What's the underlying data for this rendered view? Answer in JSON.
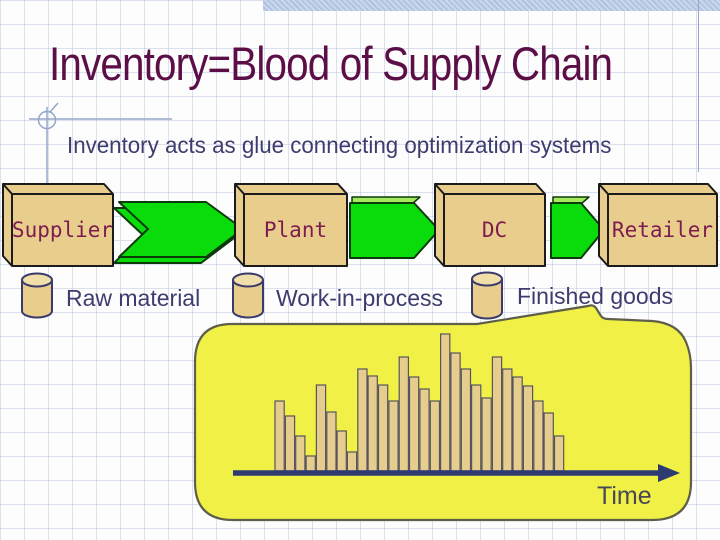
{
  "slide": {
    "title": "Inventory=Blood of Supply Chain",
    "subtitle": "Inventory acts as glue connecting optimization systems"
  },
  "chain": {
    "nodes": [
      {
        "id": "supplier",
        "label": "Supplier"
      },
      {
        "id": "plant",
        "label": "Plant"
      },
      {
        "id": "dc",
        "label": "DC"
      },
      {
        "id": "retailer",
        "label": "Retailer"
      }
    ],
    "inventory_labels": [
      "Raw material",
      "Work-in-process",
      "Finished goods"
    ]
  },
  "chart_data": {
    "type": "bar",
    "title": "Inventory level sawtooth profile (inside callout bubble)",
    "xlabel": "Time",
    "ylabel": "",
    "values": [
      70,
      55,
      35,
      15,
      86,
      59,
      40,
      19,
      102,
      95,
      86,
      70,
      114,
      94,
      82,
      70,
      137,
      118,
      102,
      86,
      73,
      114,
      102,
      94,
      85,
      70,
      58,
      35
    ],
    "ylim": [
      0,
      140
    ],
    "grid": false,
    "legend": "none",
    "notes": "28 adjacent tan bars on a dark-blue rightward time-arrow axis; heights are relative (no numeric axis labels shown)"
  },
  "colors": {
    "title_text": "#5C0E46",
    "body_text": "#3C3C6E",
    "node_label_text": "#7D1C4E",
    "box_fill": "#E8CD8C",
    "box_stroke": "#1B1B1B",
    "arrow_green": "#0ADB0A",
    "arrow_green_light": "#A6E95C",
    "bubble_fill": "#F0F046",
    "bubble_stroke": "#5E5E49",
    "bar_fill": "#E7CD8D",
    "bar_stroke": "#55555E",
    "axis_color": "#2E3A72",
    "time_label_text": "#474757",
    "cylinder_stroke": "#3A3A6B",
    "cylinder_fill": "#E8CD8C",
    "cylinder_top_fill": "#F0DFA9",
    "header_strip": "#BCCBE4",
    "guide_line": "#93A6C9"
  }
}
